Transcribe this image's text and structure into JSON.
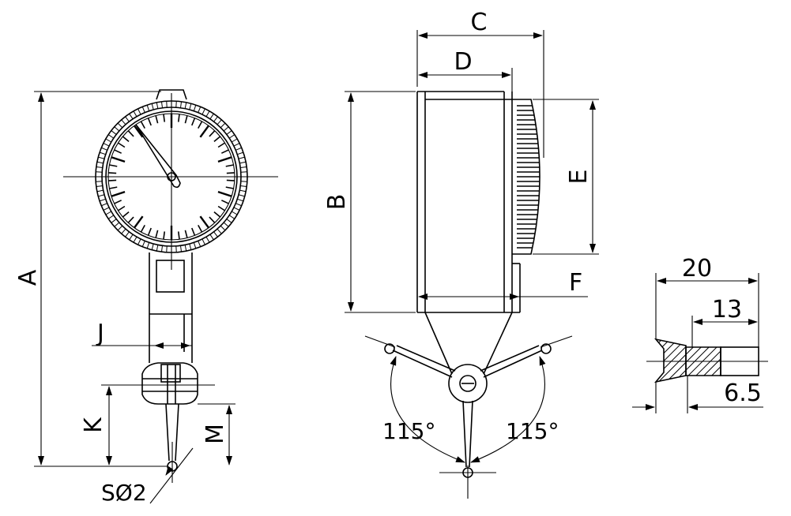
{
  "dimension_labels": {
    "A": "A",
    "B": "B",
    "C": "C",
    "D": "D",
    "E": "E",
    "F": "F",
    "J": "J",
    "K": "K",
    "M": "M",
    "sphere": "SØ2",
    "angle_left": "115°",
    "angle_right": "115°",
    "dim_20": "20",
    "dim_13": "13",
    "dim_6_5": "6.5"
  }
}
